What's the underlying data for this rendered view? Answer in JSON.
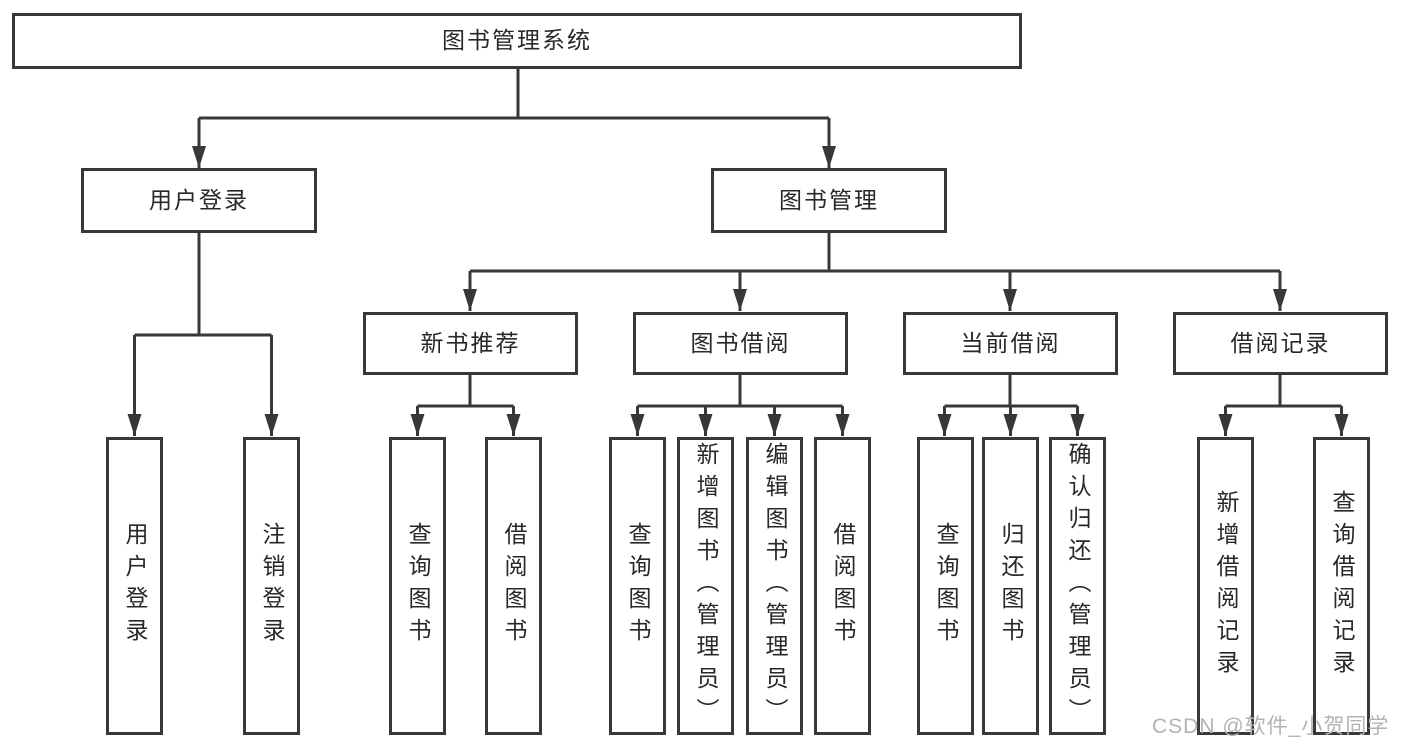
{
  "diagram": {
    "type": "hierarchy-tree",
    "tree": {
      "label": "图书管理系统",
      "children": [
        {
          "label": "用户登录",
          "children": [
            {
              "label": "用户登录"
            },
            {
              "label": "注销登录"
            }
          ]
        },
        {
          "label": "图书管理",
          "children": [
            {
              "label": "新书推荐",
              "children": [
                {
                  "label": "查询图书"
                },
                {
                  "label": "借阅图书"
                }
              ]
            },
            {
              "label": "图书借阅",
              "children": [
                {
                  "label": "查询图书"
                },
                {
                  "label": "新增图书（管理员）"
                },
                {
                  "label": "编辑图书（管理员）"
                },
                {
                  "label": "借阅图书"
                }
              ]
            },
            {
              "label": "当前借阅",
              "children": [
                {
                  "label": "查询图书"
                },
                {
                  "label": "归还图书"
                },
                {
                  "label": "确认归还（管理员）"
                }
              ]
            },
            {
              "label": "借阅记录",
              "children": [
                {
                  "label": "新增借阅记录"
                },
                {
                  "label": "查询借阅记录"
                }
              ]
            }
          ]
        }
      ]
    },
    "line_color": "#383838",
    "box_background": "#ffffff",
    "text_color": "#282828"
  },
  "watermark": "CSDN @软件_小贺同学"
}
